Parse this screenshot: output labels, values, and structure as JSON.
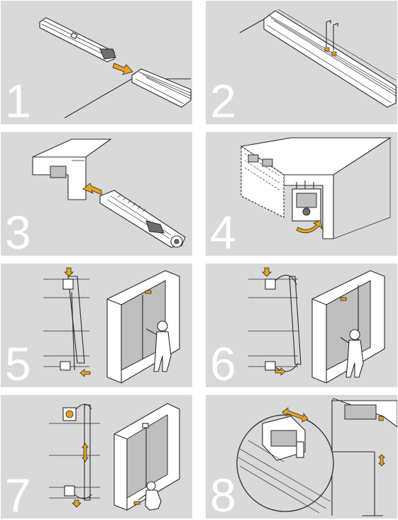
{
  "colors": {
    "panel_bg": "#d9d9d9",
    "accent": "#e7a11f",
    "line": "#2a2a2a",
    "step_number": "#ffffff"
  },
  "steps": [
    {
      "number": "1"
    },
    {
      "number": "2"
    },
    {
      "number": "3"
    },
    {
      "number": "4"
    },
    {
      "number": "5"
    },
    {
      "number": "6"
    },
    {
      "number": "7"
    },
    {
      "number": "8"
    }
  ]
}
